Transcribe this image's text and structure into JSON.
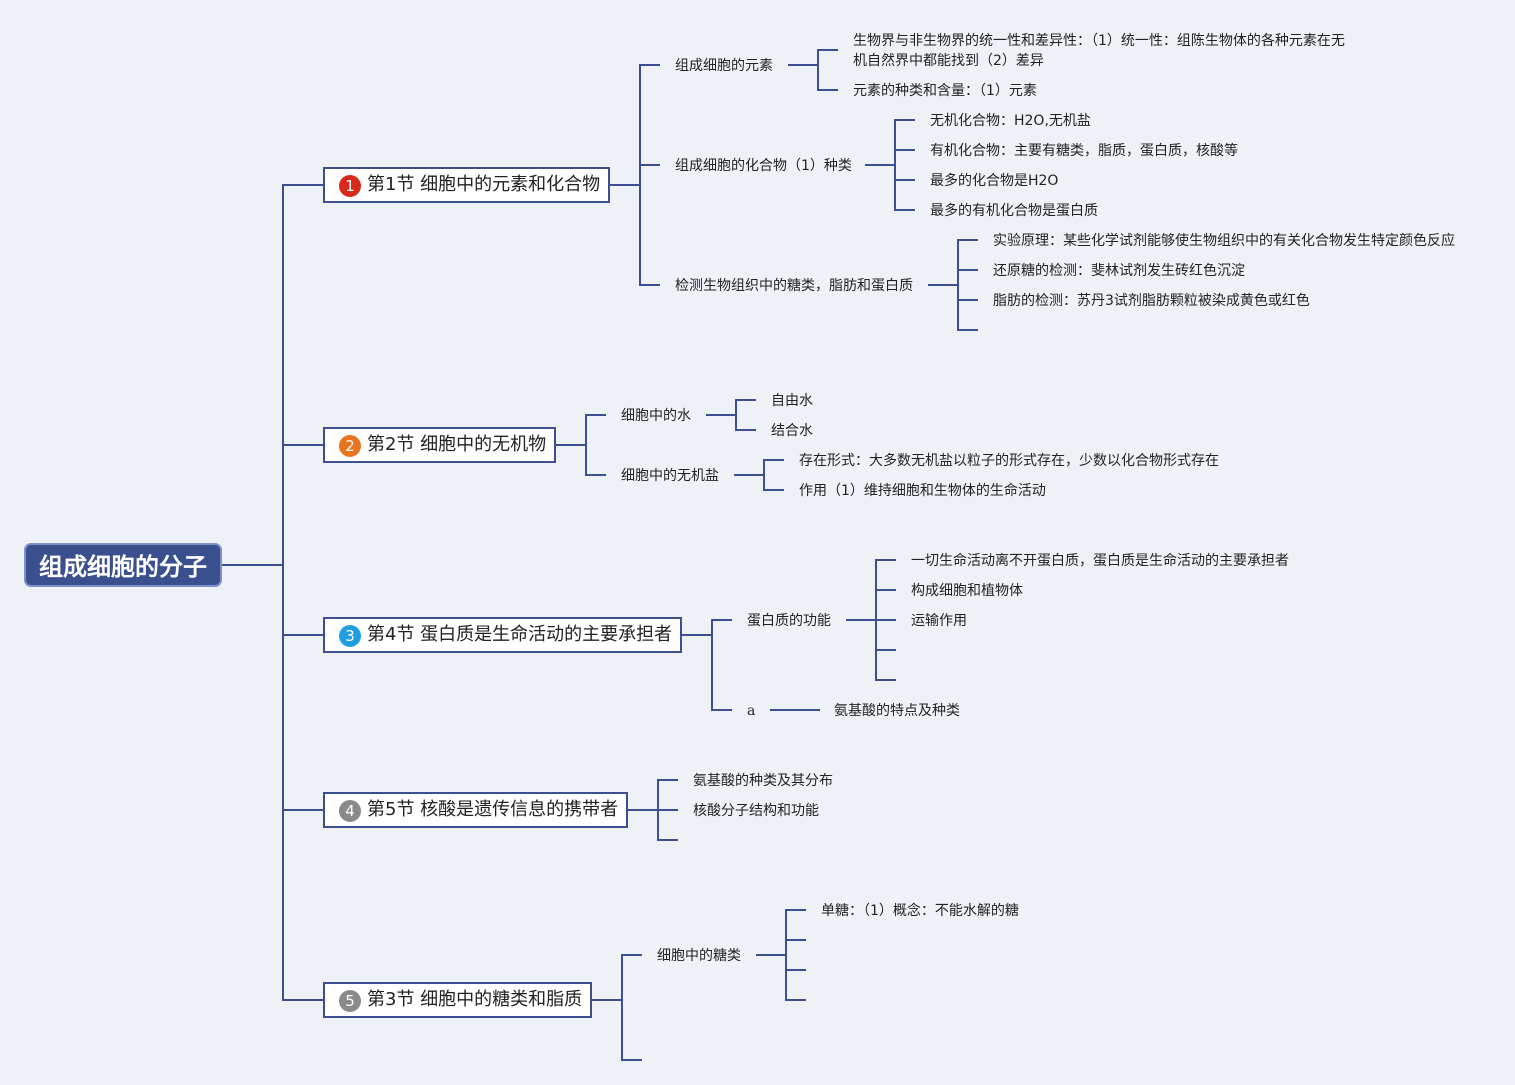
{
  "colors": {
    "background": "#eef2f7",
    "line": "#3b4f91",
    "root_fill": "#3a4f8e",
    "badge_1": "#d9291b",
    "badge_2": "#e8741f",
    "badge_3": "#1f9ee0",
    "badge_4": "#8a8a8a",
    "badge_5": "#8a8a8a"
  },
  "root": {
    "label": "组成细胞的分子"
  },
  "sections": [
    {
      "badge": "1",
      "title": "第1节 细胞中的元素和化合物",
      "children": [
        {
          "label": "组成细胞的元素",
          "children": [
            {
              "label": "生物界与非生物界的统一性和差异性：（1）统一性：组陈生物体的各种元素在无",
              "label2": "机自然界中都能找到（2）差异"
            },
            {
              "label": "元素的种类和含量：（1）元素"
            }
          ]
        },
        {
          "label": "组成细胞的化合物（1）种类",
          "children": [
            {
              "label": "无机化合物：H2O,无机盐"
            },
            {
              "label": "有机化合物：主要有糖类，脂质，蛋白质，核酸等"
            },
            {
              "label": "最多的化合物是H2O"
            },
            {
              "label": "最多的有机化合物是蛋白质"
            }
          ]
        },
        {
          "label": "检测生物组织中的糖类，脂肪和蛋白质",
          "children": [
            {
              "label": "实验原理：某些化学试剂能够使生物组织中的有关化合物发生特定颜色反应"
            },
            {
              "label": "还原糖的检测：斐林试剂发生砖红色沉淀"
            },
            {
              "label": "脂肪的检测：苏丹3试剂脂肪颗粒被染成黄色或红色"
            },
            {
              "label": ""
            }
          ]
        }
      ]
    },
    {
      "badge": "2",
      "title": "第2节 细胞中的无机物",
      "children": [
        {
          "label": "细胞中的水",
          "children": [
            {
              "label": "自由水"
            },
            {
              "label": "结合水"
            }
          ]
        },
        {
          "label": "细胞中的无机盐",
          "children": [
            {
              "label": "存在形式：大多数无机盐以粒子的形式存在，少数以化合物形式存在"
            },
            {
              "label": "作用（1）维持细胞和生物体的生命活动"
            }
          ]
        }
      ]
    },
    {
      "badge": "3",
      "title": "第4节 蛋白质是生命活动的主要承担者",
      "children": [
        {
          "label": "蛋白质的功能",
          "children": [
            {
              "label": "一切生命活动离不开蛋白质，蛋白质是生命活动的主要承担者"
            },
            {
              "label": "构成细胞和植物体"
            },
            {
              "label": "运输作用"
            },
            {
              "label": ""
            },
            {
              "label": ""
            }
          ]
        },
        {
          "label": "a",
          "children": [
            {
              "label": "氨基酸的特点及种类"
            }
          ]
        }
      ]
    },
    {
      "badge": "4",
      "title": "第5节 核酸是遗传信息的携带者",
      "children": [
        {
          "label": "氨基酸的种类及其分布"
        },
        {
          "label": "核酸分子结构和功能"
        },
        {
          "label": ""
        }
      ]
    },
    {
      "badge": "5",
      "title": "第3节 细胞中的糖类和脂质",
      "children": [
        {
          "label": "细胞中的糖类",
          "children": [
            {
              "label": "单糖：（1）概念：不能水解的糖"
            },
            {
              "label": ""
            },
            {
              "label": ""
            },
            {
              "label": ""
            }
          ]
        },
        {
          "label": ""
        }
      ]
    }
  ]
}
